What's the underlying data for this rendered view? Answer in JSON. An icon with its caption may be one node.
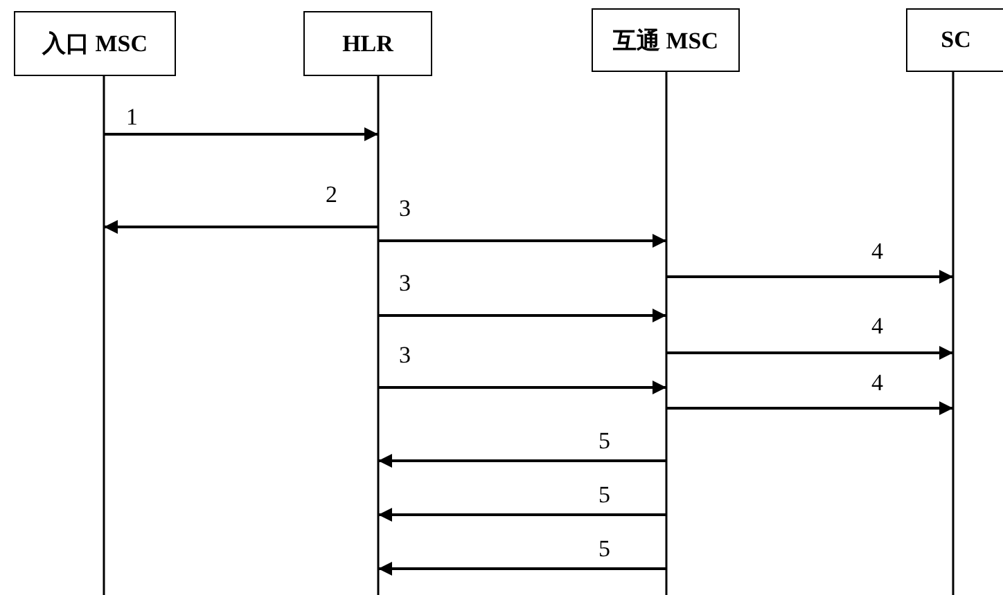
{
  "diagram": {
    "nodes": [
      {
        "text": [
          "入口 MSC"
        ]
      },
      {
        "text": [
          "HLR"
        ]
      },
      {
        "text": [
          "互通 MSC"
        ]
      },
      {
        "text": [
          "SC"
        ]
      }
    ],
    "edges": [
      {
        "from": 0,
        "to": 1,
        "arrow": "to",
        "label": "1"
      },
      {
        "from": 1,
        "to": 0,
        "arrow": "to",
        "label": "2"
      },
      {
        "from": 1,
        "to": 2,
        "arrow": "to",
        "label": "3"
      },
      {
        "from": 2,
        "to": 3,
        "arrow": "to",
        "label": "4"
      },
      {
        "from": 1,
        "to": 2,
        "arrow": "to",
        "label": "3"
      },
      {
        "from": 2,
        "to": 3,
        "arrow": "to",
        "label": "4"
      },
      {
        "from": 1,
        "to": 2,
        "arrow": "to",
        "label": "3"
      },
      {
        "from": 2,
        "to": 3,
        "arrow": "to",
        "label": "4"
      },
      {
        "from": 2,
        "to": 1,
        "arrow": "to",
        "label": "5"
      },
      {
        "from": 2,
        "to": 1,
        "arrow": "to",
        "label": "5"
      },
      {
        "from": 2,
        "to": 1,
        "arrow": "to",
        "label": "5"
      }
    ]
  }
}
